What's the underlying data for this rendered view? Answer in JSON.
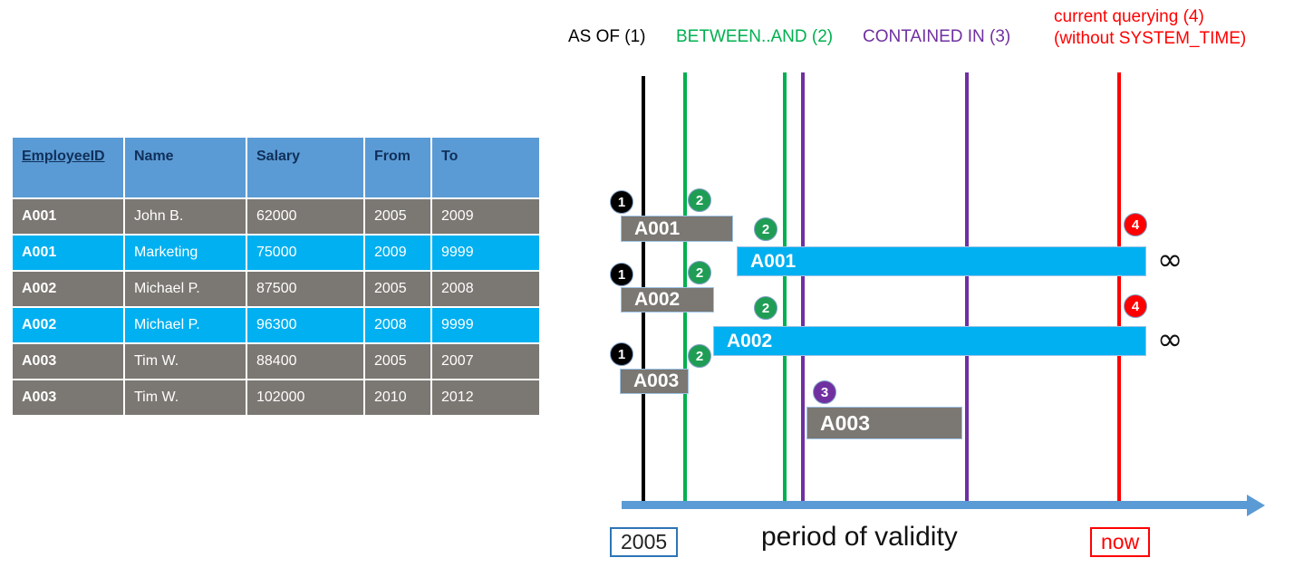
{
  "table": {
    "headers": [
      "EmployeeID",
      "Name",
      "Salary",
      "From",
      "To"
    ],
    "rows": [
      {
        "style": "gray",
        "cells": [
          "A001",
          "John  B.",
          "62000",
          "2005",
          "2009"
        ]
      },
      {
        "style": "blue",
        "cells": [
          "A001",
          "Marketing",
          "75000",
          "2009",
          "9999"
        ]
      },
      {
        "style": "gray",
        "cells": [
          "A002",
          "Michael P.",
          "87500",
          "2005",
          "2008"
        ]
      },
      {
        "style": "blue",
        "cells": [
          "A002",
          "Michael P.",
          "96300",
          "2008",
          "9999"
        ]
      },
      {
        "style": "gray",
        "cells": [
          "A003",
          "Tim W.",
          "88400",
          "2005",
          "2007"
        ]
      },
      {
        "style": "gray",
        "cells": [
          "A003",
          "Tim W.",
          "102000",
          "2010",
          "2012"
        ]
      }
    ]
  },
  "diagram": {
    "top_labels": [
      {
        "text": "AS OF (1)",
        "color": "#000000"
      },
      {
        "text": "BETWEEN..AND (2)",
        "color": "#00b050"
      },
      {
        "text": "CONTAINED IN (3)",
        "color": "#7030a0"
      },
      {
        "text": "current querying (4)",
        "color": "#ff0000"
      },
      {
        "text": "(without SYSTEM_TIME)",
        "color": "#ff0000"
      }
    ],
    "lines": [
      {
        "name": "as-of-line",
        "color": "#000000"
      },
      {
        "name": "between-start-line",
        "color": "#00b050"
      },
      {
        "name": "between-end-line",
        "color": "#00b050"
      },
      {
        "name": "contained-start-line",
        "color": "#7030a0"
      },
      {
        "name": "contained-end-line",
        "color": "#7030a0"
      },
      {
        "name": "now-line",
        "color": "#ff0000"
      }
    ],
    "bars": [
      {
        "label": "A001",
        "style": "gray"
      },
      {
        "label": "A001",
        "style": "blue"
      },
      {
        "label": "A002",
        "style": "gray"
      },
      {
        "label": "A002",
        "style": "blue"
      },
      {
        "label": "A003",
        "style": "gray"
      },
      {
        "label": "A003",
        "style": "gray"
      }
    ],
    "markers": [
      {
        "num": "1",
        "color": "black"
      },
      {
        "num": "2",
        "color": "green"
      },
      {
        "num": "2",
        "color": "green"
      },
      {
        "num": "4",
        "color": "red"
      },
      {
        "num": "1",
        "color": "black"
      },
      {
        "num": "2",
        "color": "green"
      },
      {
        "num": "2",
        "color": "green"
      },
      {
        "num": "4",
        "color": "red"
      },
      {
        "num": "1",
        "color": "black"
      },
      {
        "num": "2",
        "color": "green"
      },
      {
        "num": "3",
        "color": "purple"
      }
    ],
    "infinity_symbols": [
      "∞",
      "∞"
    ],
    "axis": {
      "start_tag": "2005",
      "end_tag": "now",
      "caption": "period of validity"
    }
  }
}
